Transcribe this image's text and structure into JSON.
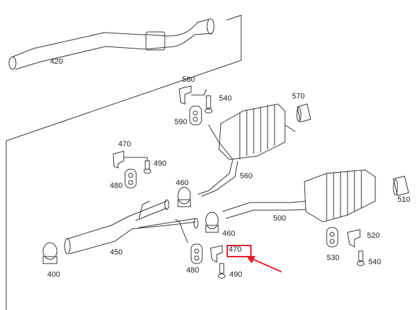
{
  "diagram": {
    "labels": {
      "front_pipe": "420",
      "bracket_top": "580",
      "bolt_top": "540",
      "tail_tip_left": "570",
      "rubber_mount_top": "590",
      "bracket_left": "470",
      "bolt_left": "490",
      "rubber_mount_left": "480",
      "clamp_mid": "460",
      "rear_silencer_left": "560",
      "rear_silencer_right": "500",
      "tail_tip_right": "510",
      "clamp_right": "460",
      "bracket_right": "520",
      "middle_pipe": "450",
      "rubber_mount_bottom": "480",
      "bracket_bottom": "470",
      "bolt_bottom": "490",
      "rubber_mount_right": "530",
      "bolt_right": "540",
      "clamp_front": "400"
    },
    "highlight": {
      "target": "470",
      "color": "#e0202a"
    }
  }
}
